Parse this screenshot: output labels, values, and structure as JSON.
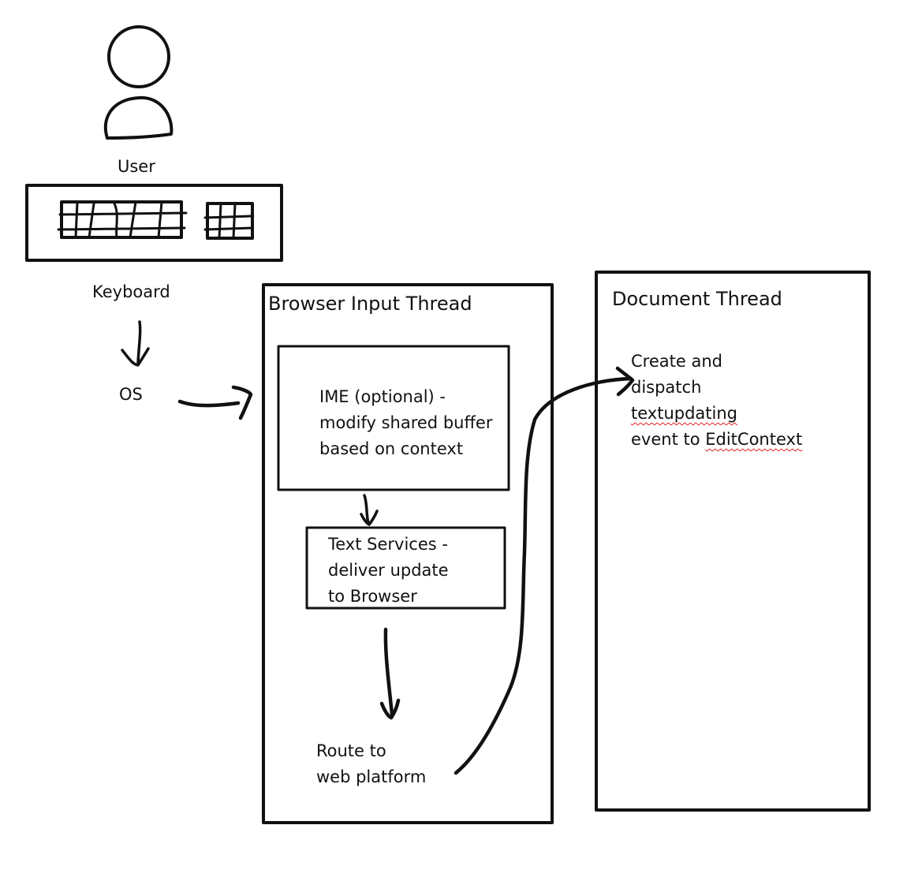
{
  "actors": {
    "user_label": "User",
    "keyboard_label": "Keyboard",
    "os_label": "OS"
  },
  "browser_input_thread": {
    "title": "Browser Input Thread",
    "ime_box": {
      "lines": [
        "IME (optional) -",
        "modify shared buffer",
        "based on context"
      ]
    },
    "text_services_box": {
      "lines": [
        "Text Services -",
        "deliver update",
        "to Browser"
      ]
    },
    "route": {
      "lines": [
        "Route to",
        "web platform"
      ]
    }
  },
  "document_thread": {
    "title": "Document Thread",
    "dispatch": {
      "line1": "Create and",
      "line2": "dispatch",
      "line3": "textupdating",
      "line4_prefix": "event to ",
      "line4_term": "EditContext"
    }
  },
  "colors": {
    "ink": "#111111",
    "spellcheck_squiggle": "#e02020",
    "background": "#ffffff"
  }
}
